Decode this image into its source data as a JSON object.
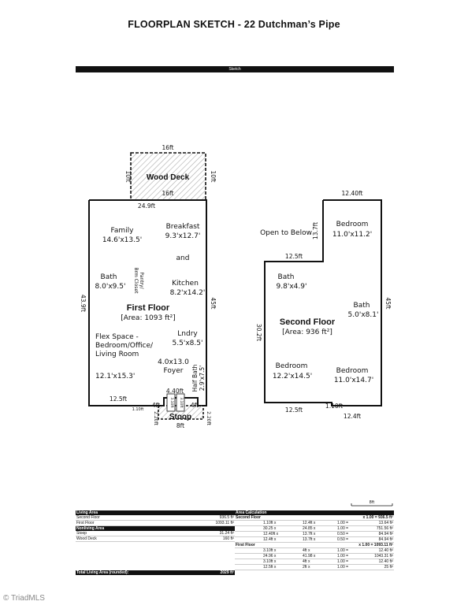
{
  "title": "FLOORPLAN SKETCH - 22 Dutchman’s Pipe",
  "sketch_label": "Sketch",
  "deck": {
    "name": "Wood Deck",
    "top": "16ft",
    "bottom": "16ft",
    "left": "10ft",
    "right": "10ft"
  },
  "first_floor": {
    "name": "First Floor",
    "area": "[Area: 1093 ft²]",
    "dims": {
      "top": "24.9ft",
      "left": "43.9ft",
      "right": "45ft",
      "bottom_left": "12.5ft",
      "bottom_mid": "4.40ft",
      "step_left": "4ft",
      "step_right": "4ft",
      "jog": "1.10ft"
    },
    "rooms": [
      {
        "name": "Family",
        "size": "14.6'x13.5'"
      },
      {
        "name": "Breakfast",
        "size": "9.3'x12.7'"
      },
      {
        "name": "and",
        "size": ""
      },
      {
        "name": "Bath",
        "size": "8.0'x9.5'"
      },
      {
        "name": "Pantry/",
        "size": "Brm Closet"
      },
      {
        "name": "Kitchen",
        "size": "8.2'x14.2'"
      },
      {
        "name": "Lndry",
        "size": "5.5'x8.5'"
      },
      {
        "name": "Flex Space -",
        "size": "Bedroom/Office/"
      },
      {
        "name": "Living Room",
        "size": "12.1'x15.3'"
      },
      {
        "name": "4.0x13.0",
        "size": "Foyer"
      },
      {
        "name": "Half Bath",
        "size": "2.9'x7.5'"
      }
    ]
  },
  "stoop": {
    "name": "Stoop",
    "bottom": "8ft",
    "left": "2.20ft",
    "right": "2.20ft",
    "left_w": "3.10ft",
    "right_w": "3.10ft"
  },
  "second_floor": {
    "name": "Second Floor",
    "area": "[Area: 936 ft²]",
    "dims": {
      "top": "12.40ft",
      "left_step": "13.7ft",
      "step": "12.5ft",
      "left": "30.2ft",
      "right": "45ft",
      "bottom_left": "12.5ft",
      "bottom_jog": "1.10ft",
      "bottom_right": "12.4ft"
    },
    "rooms": [
      {
        "name": "Open to Below",
        "size": ""
      },
      {
        "name": "Bedroom",
        "size": "11.0'x11.2'"
      },
      {
        "name": "Bath",
        "size": "9.8'x4.9'"
      },
      {
        "name": "Bath",
        "size": "5.0'x8.1'"
      },
      {
        "name": "Bedroom",
        "size": "12.2'x14.5'"
      },
      {
        "name": "Bedroom",
        "size": "11.0'x14.7'"
      }
    ]
  },
  "scale": "8ft",
  "living_area": {
    "header": "Living Area",
    "rows": [
      {
        "label": "Second Floor",
        "value": "936.5 ft²"
      },
      {
        "label": "First Floor",
        "value": "1093.11 ft²"
      }
    ],
    "non_header": "Nonliving Area",
    "non_rows": [
      {
        "label": "Stoop",
        "value": "31.24 ft²"
      },
      {
        "label": "Wood Deck",
        "value": "160 ft²"
      }
    ],
    "total_label": "Total Living Area (rounded):",
    "total_value": "2029 ft²"
  },
  "area_calc": {
    "header": "Area Calculation",
    "sections": [
      {
        "name": "Second Floor",
        "total": "x 1.00 = 936.5 ft²",
        "rows": [
          [
            "1.10ft x",
            "12.4ft x",
            "1.00 =",
            "13.64 ft²"
          ],
          [
            "30.25 x",
            "24.85 x",
            "1.00 =",
            "751.56 ft²"
          ],
          [
            "12.40ft x",
            "13.7ft x",
            "0.50 =",
            "84.94 ft²"
          ],
          [
            "12.4ft x",
            "13.7ft x",
            "0.50 =",
            "84.94 ft²"
          ]
        ]
      },
      {
        "name": "First Floor",
        "total": "x 1.00 = 1093.11 ft²",
        "rows": [
          [
            "3.10ft x",
            "4ft x",
            "1.00 =",
            "12.40 ft²"
          ],
          [
            "24.96 x",
            "41.98 x",
            "1.00 =",
            "1043.31 ft²"
          ],
          [
            "3.10ft x",
            "4ft x",
            "1.00 =",
            "12.40 ft²"
          ],
          [
            "12.5ft x",
            "2ft x",
            "1.00 =",
            "25 ft²"
          ]
        ]
      }
    ]
  },
  "watermark": "© TriadMLS"
}
